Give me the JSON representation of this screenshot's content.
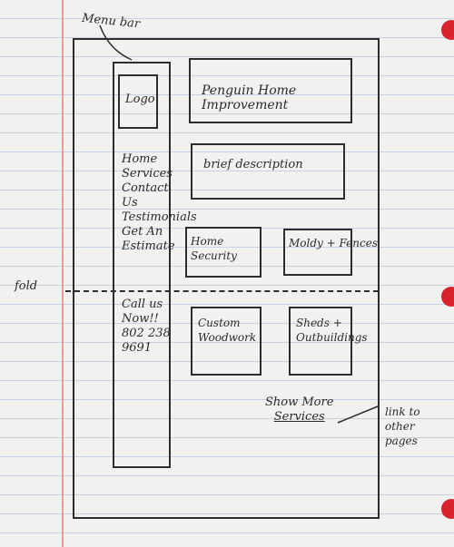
{
  "annotations": {
    "menu_bar": "Menu bar",
    "fold": "fold",
    "link_note": "link to other pages"
  },
  "header": {
    "logo": "Logo",
    "title": "Penguin Home Improvement"
  },
  "description": "brief description",
  "sidebar": {
    "items": [
      "Home",
      "Services",
      "Contact Us",
      "Testimonials",
      "Get An Estimate"
    ],
    "call": [
      "Call us",
      "Now!!",
      "802 238",
      "9691"
    ]
  },
  "services": {
    "tiles": [
      "Home Security",
      "Moldy + Fences",
      "Custom Woodwork",
      "Sheds + Outbuildings"
    ],
    "more_link": [
      "Show More",
      "Services"
    ]
  }
}
